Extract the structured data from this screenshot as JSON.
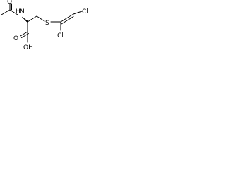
{
  "molecule": {
    "atoms": {
      "o_acetyl": "O",
      "n_amide": "N",
      "h_amide": "H",
      "o_acid": "O",
      "oh_acid": "OH",
      "s_thio": "S",
      "cl_upper": "Cl",
      "cl_lower": "Cl"
    }
  }
}
